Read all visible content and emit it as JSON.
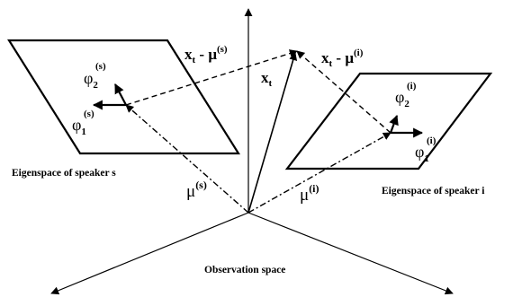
{
  "labels": {
    "xt": {
      "base": "x",
      "sub": "t"
    },
    "xt_minus_mu_s": {
      "base": "x",
      "sub": "t",
      "minus": " - ",
      "mu": "μ",
      "sup": "(s)"
    },
    "xt_minus_mu_i": {
      "base": "x",
      "sub": "t",
      "minus": " - ",
      "mu": "μ",
      "sup": "(i)"
    },
    "mu_s": {
      "base": "μ",
      "sup": "(s)"
    },
    "mu_i": {
      "base": "μ",
      "sup": "(i)"
    },
    "phi_s_1": {
      "base": "φ",
      "sub": "1",
      "sup": "(s)"
    },
    "phi_s_2": {
      "base": "φ",
      "sub": "2",
      "sup": "(s)"
    },
    "phi_i_1": {
      "base": "φ",
      "sub": "1",
      "sup": "(i)"
    },
    "phi_i_2": {
      "base": "φ",
      "sub": "2",
      "sup": "(i)"
    },
    "eigenspace_s": "Eigenspace of speaker s",
    "eigenspace_i": "Eigenspace of speaker i",
    "observation_space": "Observation space"
  },
  "colors": {
    "stroke": "#000000",
    "background": "#ffffff"
  }
}
